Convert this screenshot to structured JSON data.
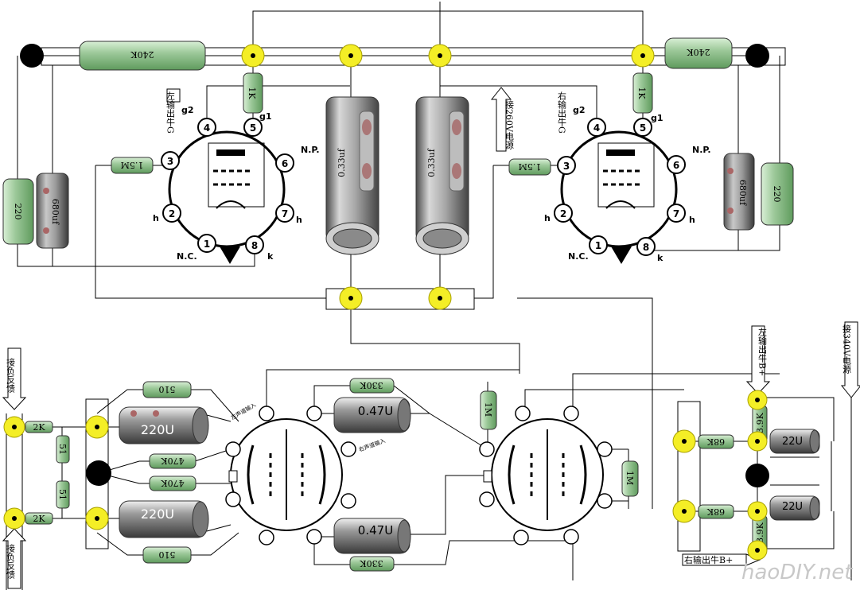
{
  "components": {
    "r_240k": "240K",
    "r_1k": "1K",
    "r_220": "220",
    "c_680uf": "680uf",
    "c_033uf": "0.33uf",
    "r_1_5m": "1.5M",
    "r_2k": "2K",
    "r_51": "51",
    "r_510": "510",
    "c_220u": "220U",
    "r_470k": "470K",
    "r_330k": "330K",
    "c_047u": "0.47U",
    "r_1m": "1M",
    "r_68k": "68K",
    "r_3_9k": "3.9K",
    "c_22u": "22U"
  },
  "tube_pins": {
    "p1": "1",
    "p2": "2",
    "p3": "3",
    "p4": "4",
    "p5": "5",
    "p6": "6",
    "p7": "7",
    "p8": "8"
  },
  "tube_labels": {
    "g2": "g2",
    "g1": "g1",
    "np": "N.P.",
    "h": "h",
    "nc": "N.C.",
    "k": "k"
  },
  "annotations": {
    "left_output_g": "左输出牛G",
    "right_output_g": "右输出牛G",
    "b_plus_260": "接260V电源",
    "b_plus_340": "接340V电源",
    "left_output_bplus": "左输出牛B+",
    "right_output_bplus": "右输出牛B+",
    "neg_feedback": "接负反馈",
    "left_input": "左声道输入",
    "right_input": "右声道输入"
  },
  "watermark": "haoDIY.net"
}
